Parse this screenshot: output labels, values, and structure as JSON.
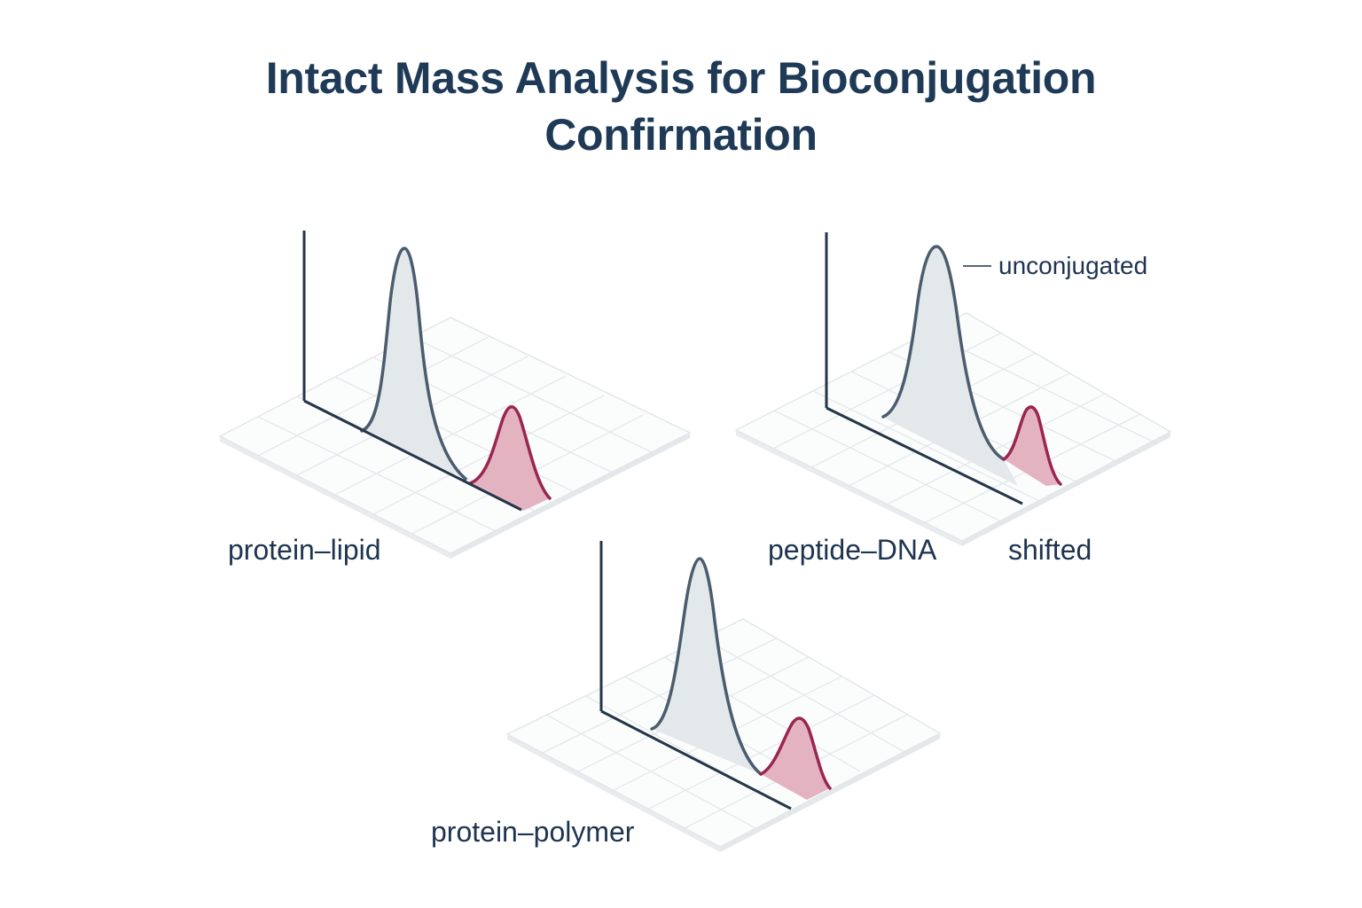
{
  "title": {
    "line1": "Intact Mass Analysis for Bioconjugation",
    "line2": "Confirmation"
  },
  "colors": {
    "title": "#1e3a56",
    "axis": "#243548",
    "unconjugated_stroke": "#4a5c6e",
    "unconjugated_fill": "#e3e8eb",
    "shifted_stroke": "#9a2550",
    "shifted_fill": "#e3b3c2",
    "grid": "#dde2e6",
    "plane_edge": "#e6e9ec"
  },
  "panels": [
    {
      "id": "protein-lipid",
      "label": "protein–lipid"
    },
    {
      "id": "peptide-dna",
      "label": "peptide–DNA"
    },
    {
      "id": "protein-polymer",
      "label": "protein–polymer"
    }
  ],
  "annotations": {
    "unconjugated": "unconjugated",
    "shifted": "shifted"
  },
  "chart_data": [
    {
      "type": "line",
      "title": "protein–lipid",
      "series": [
        {
          "name": "unconjugated",
          "peak_relative_height": 1.0
        },
        {
          "name": "shifted",
          "peak_relative_height": 0.45
        }
      ]
    },
    {
      "type": "line",
      "title": "peptide–DNA",
      "series": [
        {
          "name": "unconjugated",
          "peak_relative_height": 1.0
        },
        {
          "name": "shifted",
          "peak_relative_height": 0.35
        }
      ]
    },
    {
      "type": "line",
      "title": "protein–polymer",
      "series": [
        {
          "name": "unconjugated",
          "peak_relative_height": 1.0
        },
        {
          "name": "shifted",
          "peak_relative_height": 0.4
        }
      ]
    }
  ]
}
